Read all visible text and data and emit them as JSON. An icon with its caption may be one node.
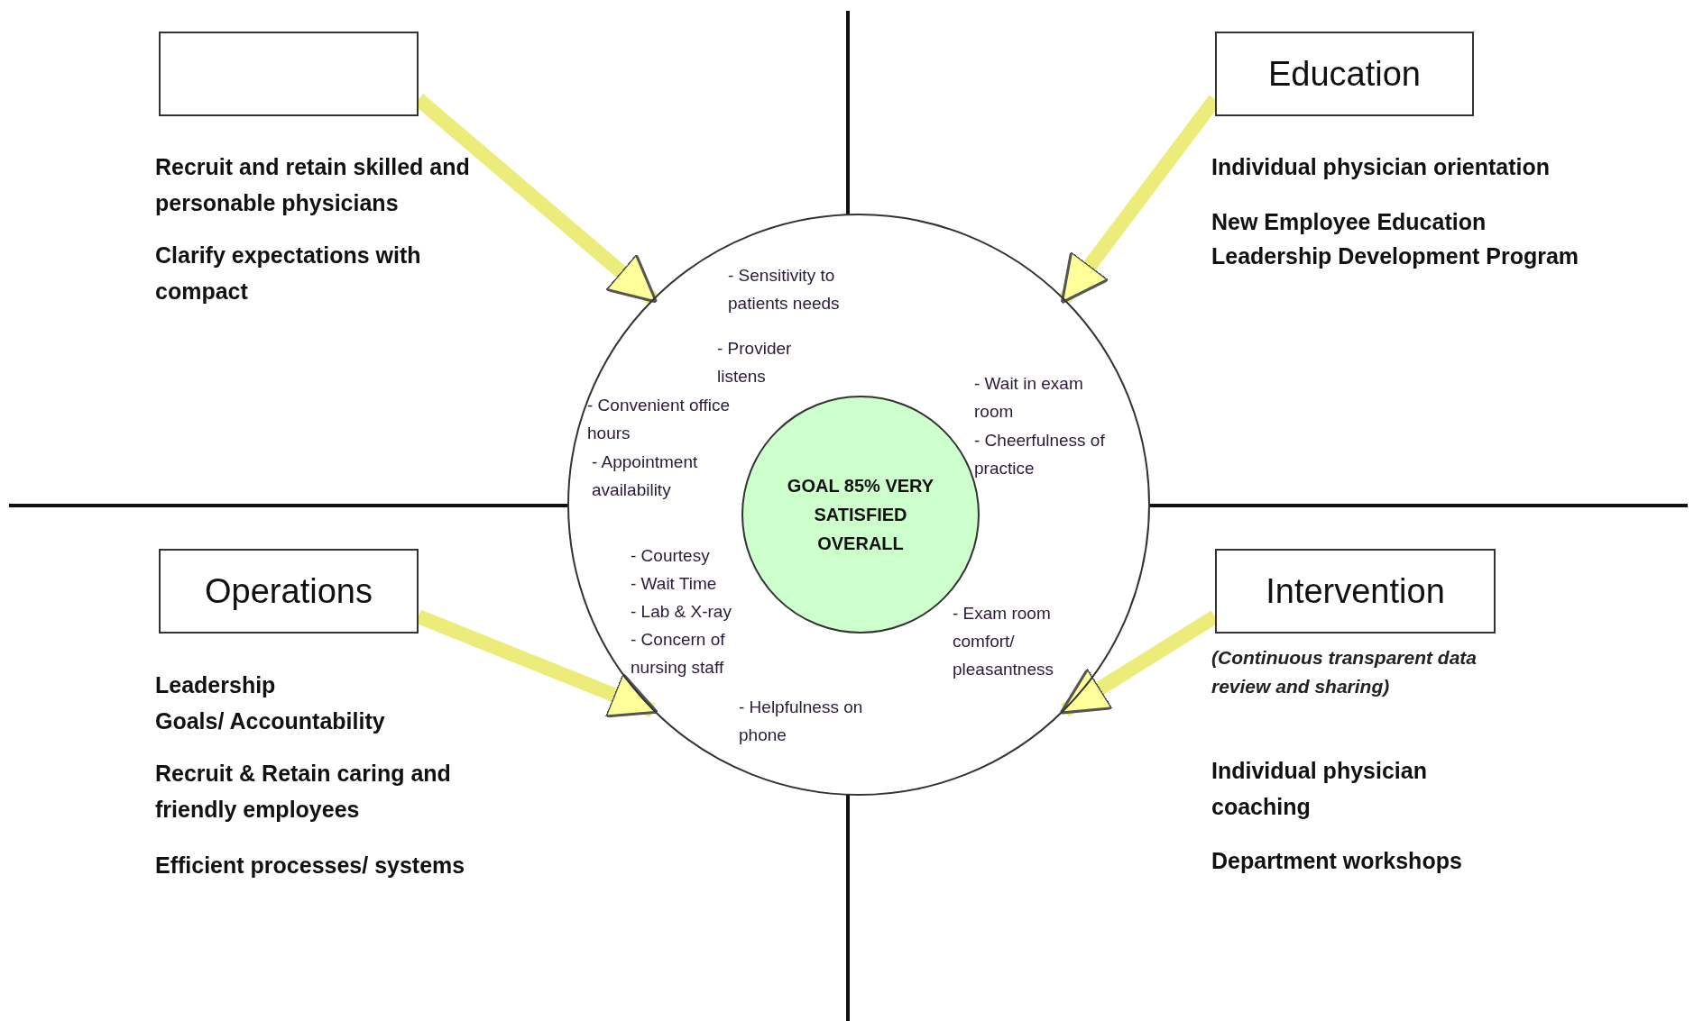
{
  "diagram": {
    "nodes": [
      {
        "text": [],
        "shape": "box"
      },
      {
        "text": [
          "Education"
        ]
      },
      {
        "text": [
          "Operations"
        ]
      },
      {
        "text": [
          "Intervention"
        ],
        "beside": [
          "(Continuous transparent data review and sharing)"
        ]
      },
      {
        "text": [
          "- Sensitivity to patients needs",
          "- Provider listens",
          "- Convenient office hours",
          "- Appointment availability",
          "- Wait in exam room",
          "- Cheerfulness of practice",
          "- Courtesy",
          "- Wait Time",
          "- Lab & X-ray",
          "- Concern of nursing staff",
          "- Helpfulness on phone",
          "- Exam room comfort/ pleasantness"
        ]
      },
      {
        "text": [
          "GOAL 85% VERY SATISFIED OVERALL"
        ],
        "in": 4
      }
    ],
    "edges": [
      {
        "from": 0,
        "to": 4,
        "arrow": "to"
      },
      {
        "from": 1,
        "to": 4,
        "arrow": "to"
      },
      {
        "from": 2,
        "to": 4,
        "arrow": "to"
      },
      {
        "from": 3,
        "to": 4,
        "arrow": "to"
      }
    ],
    "labels": [
      "Recruit and retain skilled and personable physicians",
      "Clarify expectations with compact",
      "Individual physician orientation",
      "New Employee Education",
      "Leadership Development Program",
      "Leadership",
      "Goals/ Accountability",
      "Recruit & Retain caring and friendly employees",
      "Efficient processes/ systems",
      "Individual physician coaching",
      "Department workshops"
    ]
  }
}
